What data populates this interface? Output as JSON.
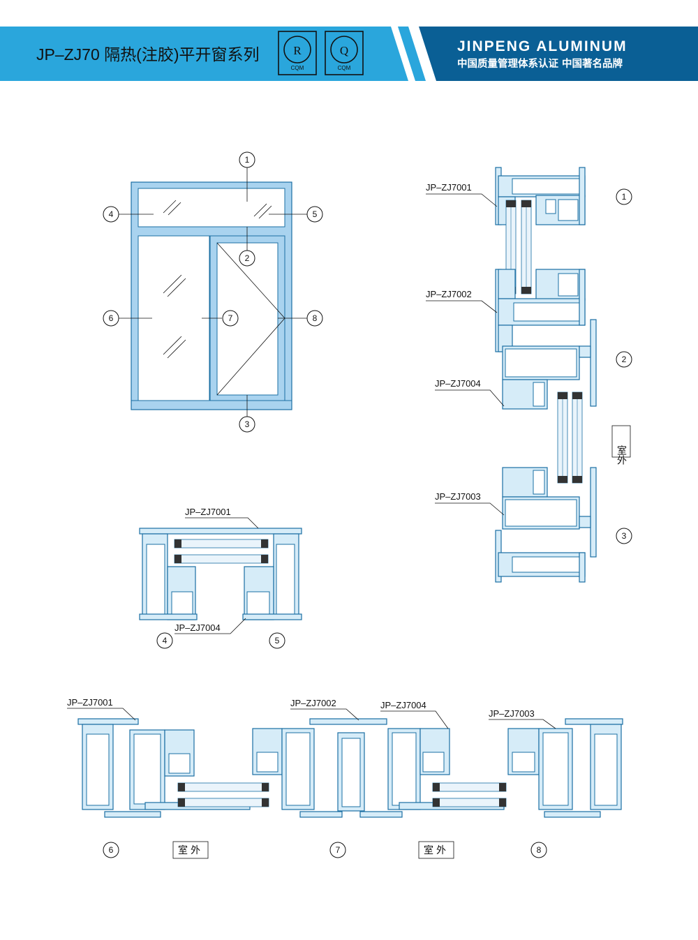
{
  "header": {
    "title": "JP–ZJ70 隔热(注胶)平开窗系列",
    "cert_badges": [
      {
        "letter": "R",
        "caption": "CQM"
      },
      {
        "letter": "Q",
        "caption": "CQM"
      }
    ],
    "brand_name": "JINPENG ALUMINUM",
    "brand_tagline": "中国质量管理体系认证 中国著名品牌",
    "colors": {
      "left": "#2aa6dc",
      "right": "#0a5f95"
    }
  },
  "window_elevation": {
    "callouts": [
      "1",
      "2",
      "3",
      "4",
      "5",
      "6",
      "7",
      "8"
    ],
    "frame_color": "#a9d3ef"
  },
  "vertical_section": {
    "labels": [
      "JP–ZJ7001",
      "JP–ZJ7002",
      "JP–ZJ7004",
      "JP–ZJ7003"
    ],
    "callouts": [
      "1",
      "2",
      "3"
    ],
    "exterior_label": "室外"
  },
  "transom_section": {
    "labels": [
      "JP–ZJ7001",
      "JP–ZJ7004"
    ],
    "callouts": [
      "4",
      "5"
    ]
  },
  "horizontal_section": {
    "labels": [
      "JP–ZJ7001",
      "JP–ZJ7002",
      "JP–ZJ7004",
      "JP–ZJ7003"
    ],
    "callouts": [
      "6",
      "7",
      "8"
    ],
    "exterior_labels": [
      "室外",
      "室外"
    ]
  },
  "profile_color": "#d6ecf8",
  "profile_stroke": "#1a6fa3"
}
